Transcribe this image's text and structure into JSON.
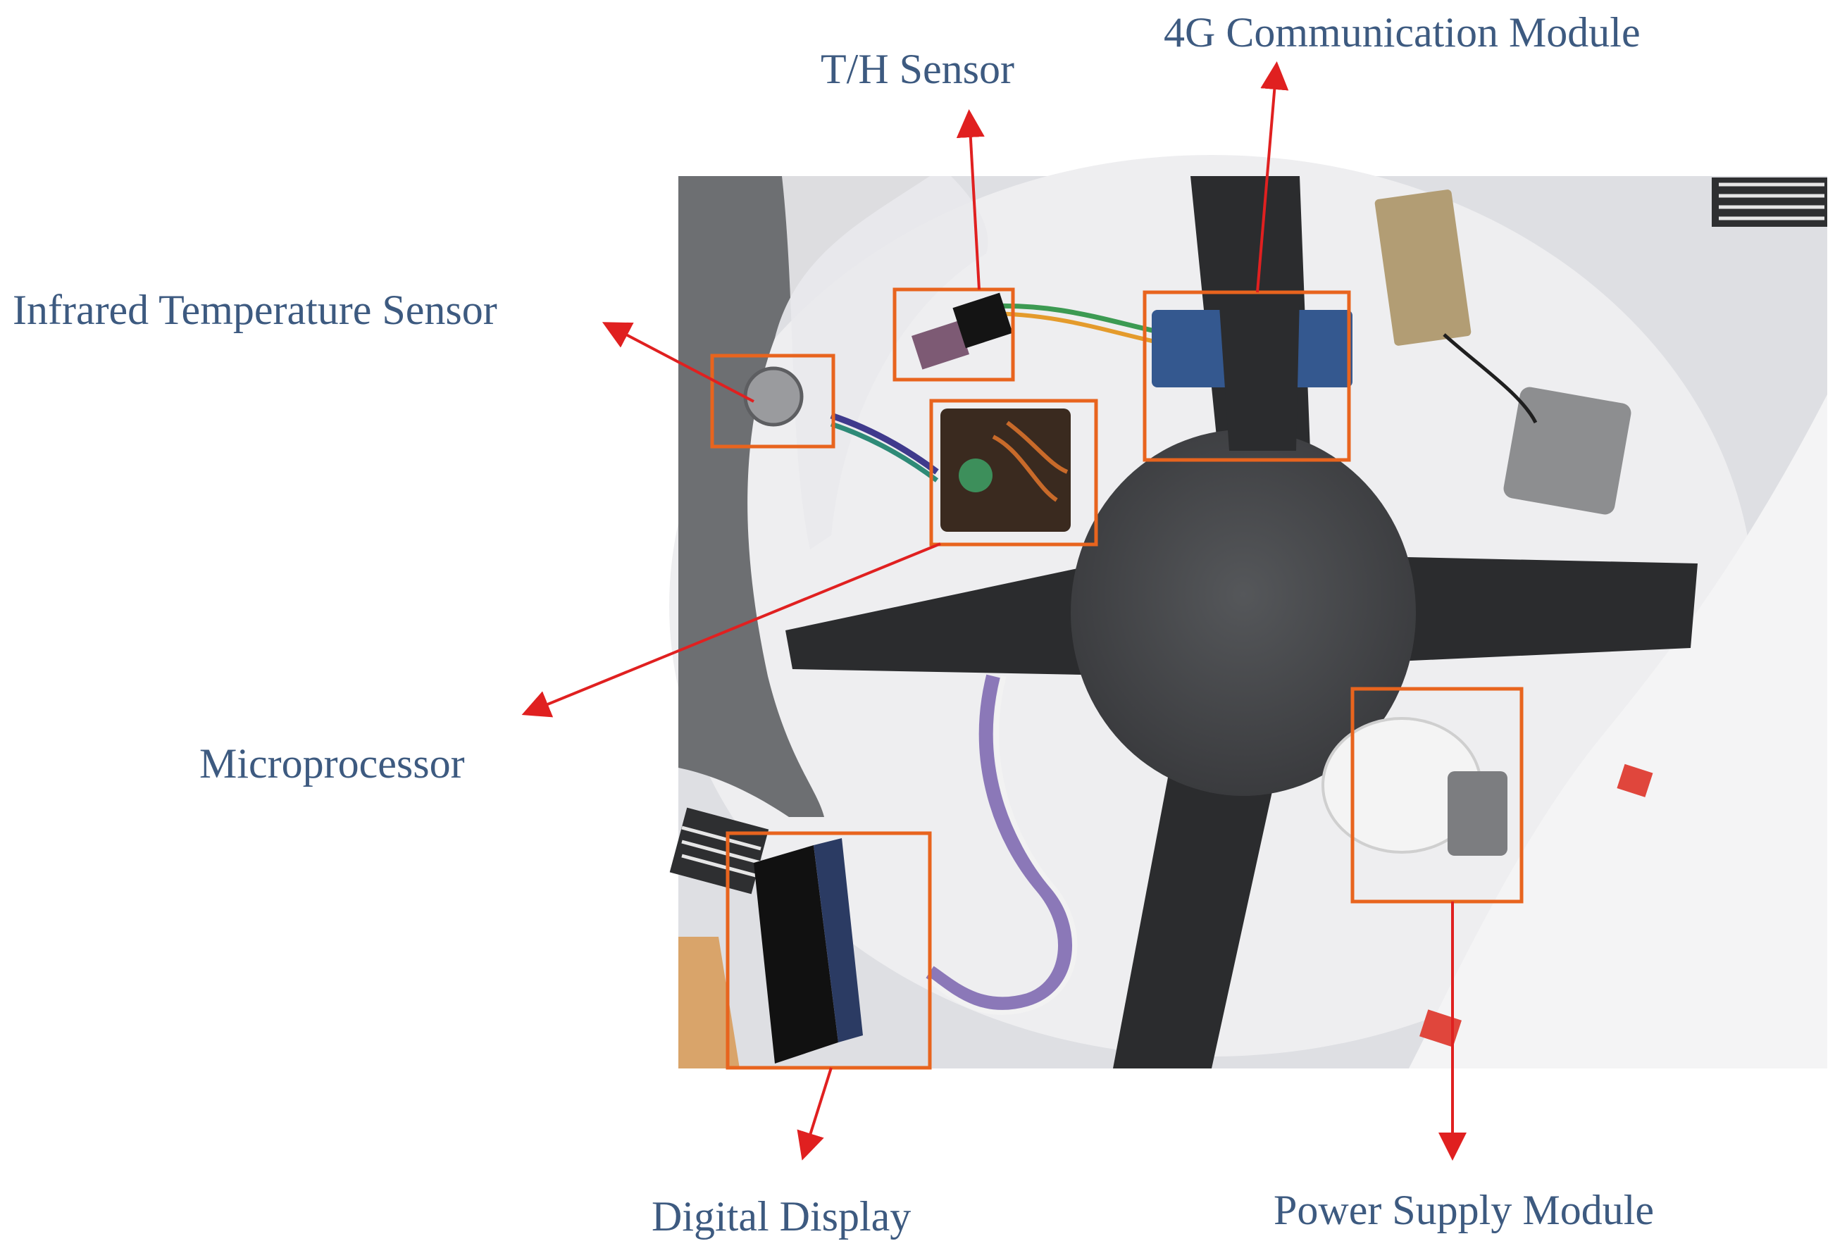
{
  "figure": {
    "label_color": "#3d5a80",
    "box_color": "#e8641e",
    "arrow_color": "#e02020",
    "photo_subject": "top-down photo of wearable sensor device internals: white plastic shell, gray fabric, dark elastic straps crossing at a central gray disc, wiring and circuit boards"
  },
  "callouts": [
    {
      "id": "infrared",
      "label": "Infrared Temperature Sensor"
    },
    {
      "id": "th",
      "label": "T/H Sensor"
    },
    {
      "id": "comm4g",
      "label": "4G Communication Module"
    },
    {
      "id": "micro",
      "label": "Microprocessor"
    },
    {
      "id": "display",
      "label": "Digital Display"
    },
    {
      "id": "power",
      "label": "Power Supply Module"
    }
  ]
}
